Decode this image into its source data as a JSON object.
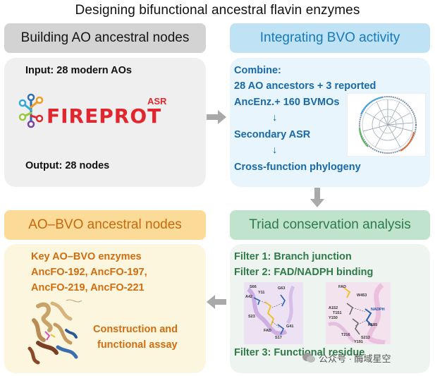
{
  "title": "Designing bifunctional ancestral flavin enzymes",
  "headers": {
    "building": "Building AO ancestral nodes",
    "integrating": "Integrating BVO activity",
    "aobvo": "AO–BVO ancestral nodes",
    "triad": "Triad  conservation analysis"
  },
  "building": {
    "input": "Input: 28 modern AOs",
    "logo_text": "FIREPROT",
    "logo_sup": "ASR",
    "output": "Output: 28 nodes"
  },
  "integrating": {
    "combine": "Combine:",
    "line1": "28 AO ancestors + 3 reported",
    "line2": "AncEnz.+ 160 BVMOs",
    "arrow1": "↓",
    "secondary": "Secondary ASR",
    "arrow2": "↓",
    "phylogeny": "Cross-function phylogeny"
  },
  "aobvo": {
    "key_title": "Key AO–BVO enzymes",
    "enzymes1": "AncFO-192, AncFO-197,",
    "enzymes2": "AncFO-219, AncFO-221",
    "construction1": "Construction and",
    "construction2": "functional assay"
  },
  "triad": {
    "filter1": "Filter 1: Branch junction",
    "filter2": "Filter 2: FAD/NADPH binding",
    "filter3": "Filter 3: Functional residue",
    "left_labels": [
      "S66",
      "G63",
      "A42",
      "Y11",
      "S23",
      "FAD",
      "S17",
      "G41"
    ],
    "right_labels": [
      "FAD",
      "W453",
      "A152",
      "T151",
      "Y150",
      "NADPH",
      "T216",
      "S213",
      "K185",
      "Y191"
    ]
  },
  "watermark": "公众号 · 酶域星空",
  "colors": {
    "gray_header": "#d3d3d3",
    "blue_header": "#bfe3f4",
    "orange_header": "#fbdb97",
    "green_header": "#bfe3cc",
    "blue_text": "#1769a8",
    "orange_text": "#cf6d10",
    "green_text": "#2f7a47",
    "logo_red": "#e2262e",
    "arrow_gray": "#a9a9a9"
  }
}
